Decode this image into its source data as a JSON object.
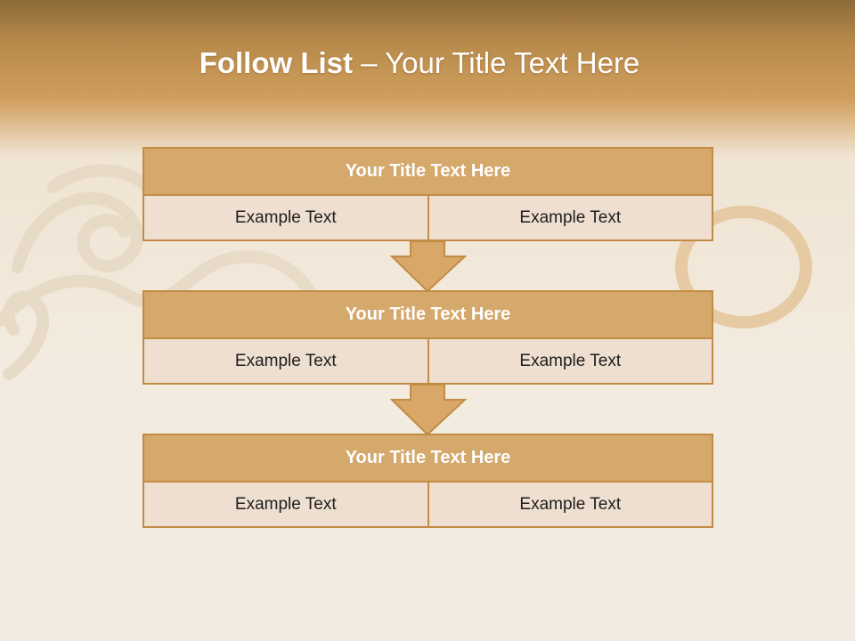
{
  "slide": {
    "title_bold": "Follow List",
    "title_rest": " – Your Title Text Here"
  },
  "steps": [
    {
      "title": "Your Title Text Here",
      "left": "Example Text",
      "right": "Example Text"
    },
    {
      "title": "Your Title Text Here",
      "left": "Example Text",
      "right": "Example Text"
    },
    {
      "title": "Your Title Text Here",
      "left": "Example Text",
      "right": "Example Text"
    }
  ],
  "colors": {
    "header_fill": "#d5a86c",
    "border": "#c28c45",
    "cell_fill": "#efdfd0",
    "arrow_fill": "#d9a868"
  }
}
